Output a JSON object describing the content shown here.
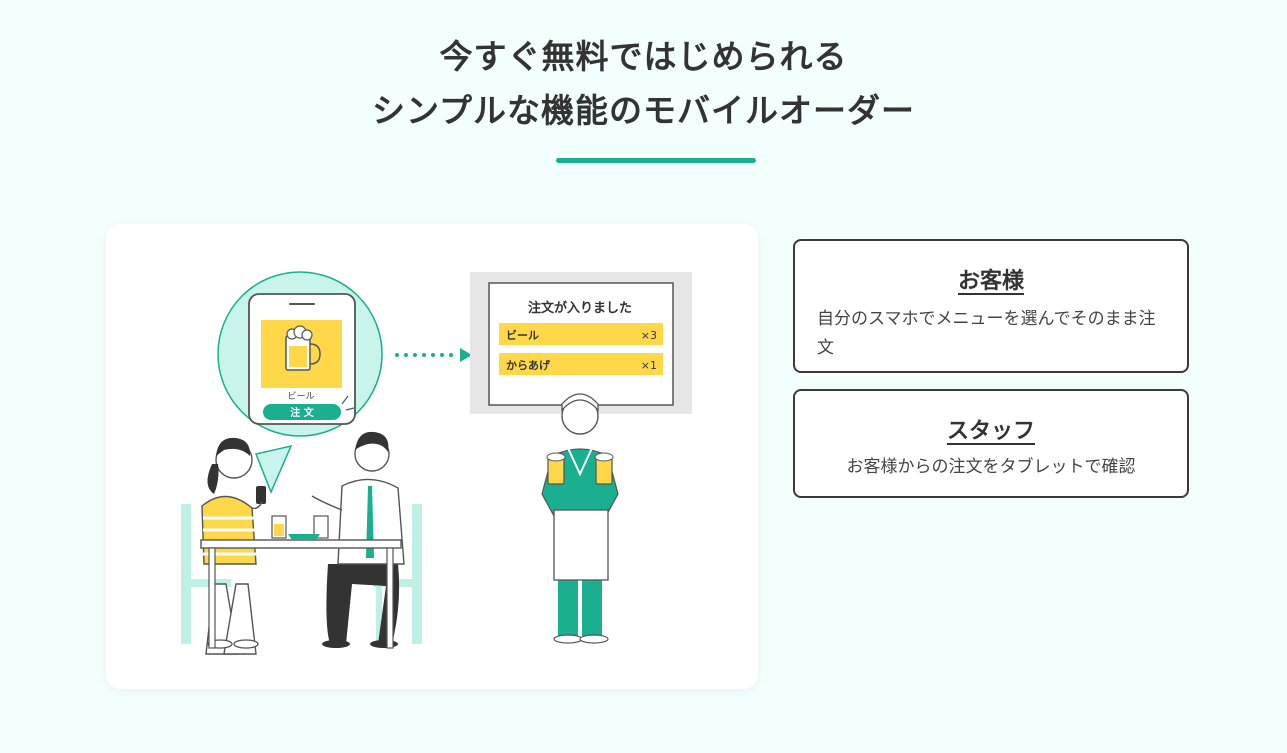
{
  "headline": {
    "line1": "今すぐ無料ではじめられる",
    "line2": "シンプルな機能のモバイルオーダー"
  },
  "illustration": {
    "phone": {
      "item_label": "ビール",
      "order_button": "注 文"
    },
    "tablet": {
      "title": "注文が入りました",
      "orders": [
        {
          "name": "ビール",
          "qty": "×3"
        },
        {
          "name": "からあげ",
          "qty": "×1"
        }
      ]
    }
  },
  "roles": {
    "customer": {
      "title": "お客様",
      "description": "自分のスマホでメニューを選んでそのまま注文"
    },
    "staff": {
      "title": "スタッフ",
      "description": "お客様からの注文をタブレットで確認"
    }
  },
  "colors": {
    "accent": "#1aaf8f",
    "yellow": "#ffd84a",
    "mint": "#c8f4ec",
    "dark": "#333333"
  }
}
